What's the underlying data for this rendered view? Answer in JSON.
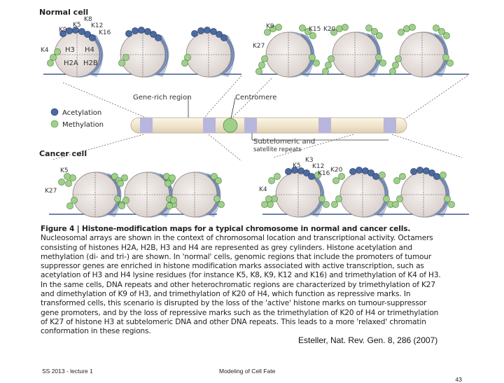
{
  "figure": {
    "normal_label": "Normal cell",
    "cancer_label": "Cancer cell",
    "gene_rich_label": "Gene-rich region",
    "centromere_label": "Centromere",
    "subtelomeric_label_1": "Subtelomeric and",
    "subtelomeric_label_2": "satellite repeats",
    "legend": {
      "acetylation": "Acetylation",
      "methylation": "Methylation"
    },
    "histones": {
      "h3": "H3",
      "h4": "H4",
      "h2a": "H2A",
      "h2b": "H2B"
    },
    "marks_normal_left": {
      "k9": "K9",
      "k5": "K5",
      "k8": "K8",
      "k12": "K12",
      "k16": "K16",
      "k4": "K4"
    },
    "marks_normal_right": {
      "k9": "K9",
      "k15": "K15",
      "k20": "K20",
      "k27": "K27"
    },
    "marks_cancer_left": {
      "k5": "K5",
      "k27": "K27"
    },
    "marks_cancer_right": {
      "k3": "K3",
      "k5": "K5",
      "k12": "K12",
      "k16": "K16",
      "k20": "K20",
      "k4": "K4"
    },
    "colors": {
      "acetylation": "#4a6aa0",
      "methylation": "#9fd08a",
      "nucleosome": "#ece6e2",
      "chromosome": "#f3ead6",
      "band": "#b8b6dc"
    }
  },
  "caption": {
    "title": "Figure 4 | Histone-modification maps for a typical chromosome in normal and cancer cells.",
    "body": "Nucleosomal arrays are shown in the context of chromosomal location and transcriptional activity. Octamers consisting of histones H2A, H2B, H3 and H4 are represented as grey cylinders. Histone acetylation and methylation (di- and tri-) are shown. In 'normal' cells, genomic regions that include the promoters of tumour suppressor genes are enriched in histone modification marks associated with active transcription, such as acetylation of H3 and H4 lysine residues (for instance K5, K8, K9, K12 and K16) and trimethylation of K4 of H3. In the same cells, DNA repeats and other heterochromatic regions are characterized by trimethylation of K27 and dimethylation of K9 of H3, and trimethylation of K20 of H4, which function as repressive marks. In transformed cells, this scenario is disrupted by the loss of the 'active' histone marks on tumour-suppressor gene promoters, and by the loss of repressive marks such as the trimethylation of K20 of H4 or trimethylation of K27 of histone H3 at subtelomeric DNA and other DNA repeats. This leads to a more 'relaxed' chromatin conformation in these regions."
  },
  "citation": "Esteller, Nat. Rev. Gen. 8, 286 (2007)",
  "footer": {
    "left": "SS 2013 - lecture 1",
    "center": "Modeling of Cell Fate",
    "page": "43"
  }
}
